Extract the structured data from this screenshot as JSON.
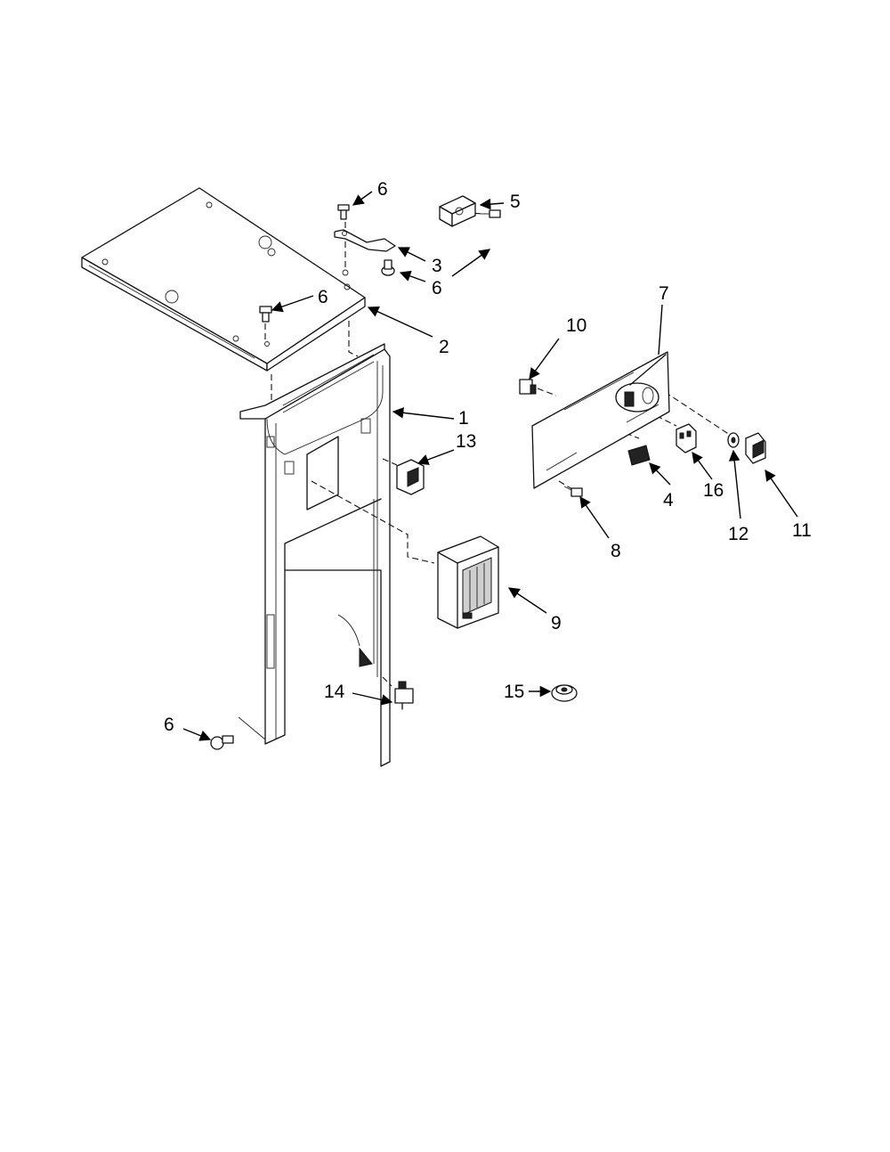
{
  "callouts": {
    "c1": "1",
    "c2": "2",
    "c3": "3",
    "c4": "4",
    "c5": "5",
    "c6a": "6",
    "c6b": "6",
    "c6c": "6",
    "c6d": "6",
    "c7": "7",
    "c8": "8",
    "c9": "9",
    "c10": "10",
    "c11": "11",
    "c12": "12",
    "c13": "13",
    "c14": "14",
    "c15": "15",
    "c16": "16"
  },
  "colors": {
    "line": "#111111",
    "background": "#ffffff"
  }
}
